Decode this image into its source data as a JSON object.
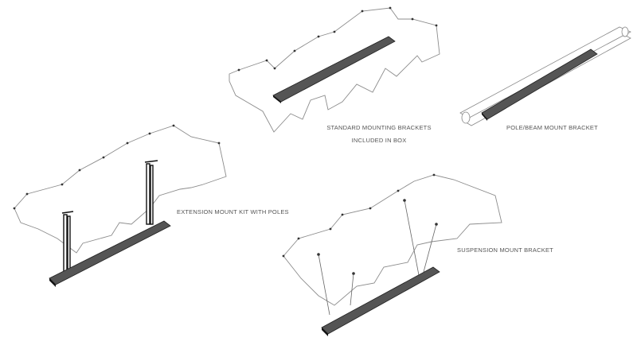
{
  "labels": {
    "standard_line1": "STANDARD MOUNTING BRACKETS",
    "standard_line2": "INCLUDED IN BOX",
    "pole_beam": "POLE/BEAM MOUNT BRACKET",
    "extension": "EXTENSION MOUNT KIT WITH POLES",
    "suspension": "SUSPENSION MOUNT BRACKET"
  },
  "colors": {
    "outline": "#8c8c8c",
    "fixture": "#555555",
    "fixture_edge": "#111111",
    "text": "#555555"
  }
}
